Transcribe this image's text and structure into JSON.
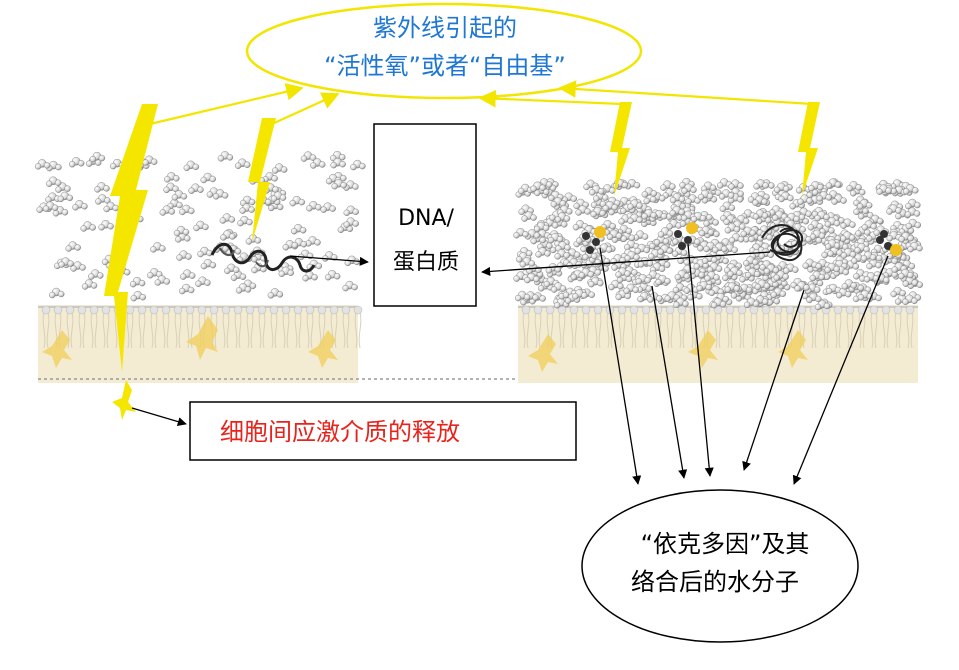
{
  "top_ellipse": {
    "line1": "紫外线引起的",
    "line2": "“活性氧”或者“自由基”"
  },
  "dna_box": {
    "line1": "DNA/",
    "line2": "蛋白质"
  },
  "release_box": {
    "text": "细胞间应激介质的释放"
  },
  "bottom_ellipse": {
    "line1": "“依克多因”及其",
    "line2": "络合后的水分子"
  },
  "colors": {
    "ellipse_outline": "#f2e600",
    "top_text": "#1f77d4",
    "lightning": "#f5e600",
    "release_text": "#e8231c",
    "membrane": "#f3ecd2",
    "molecule_cluster": "#9a9a9a",
    "ectoine_accent": "#f0c020"
  }
}
